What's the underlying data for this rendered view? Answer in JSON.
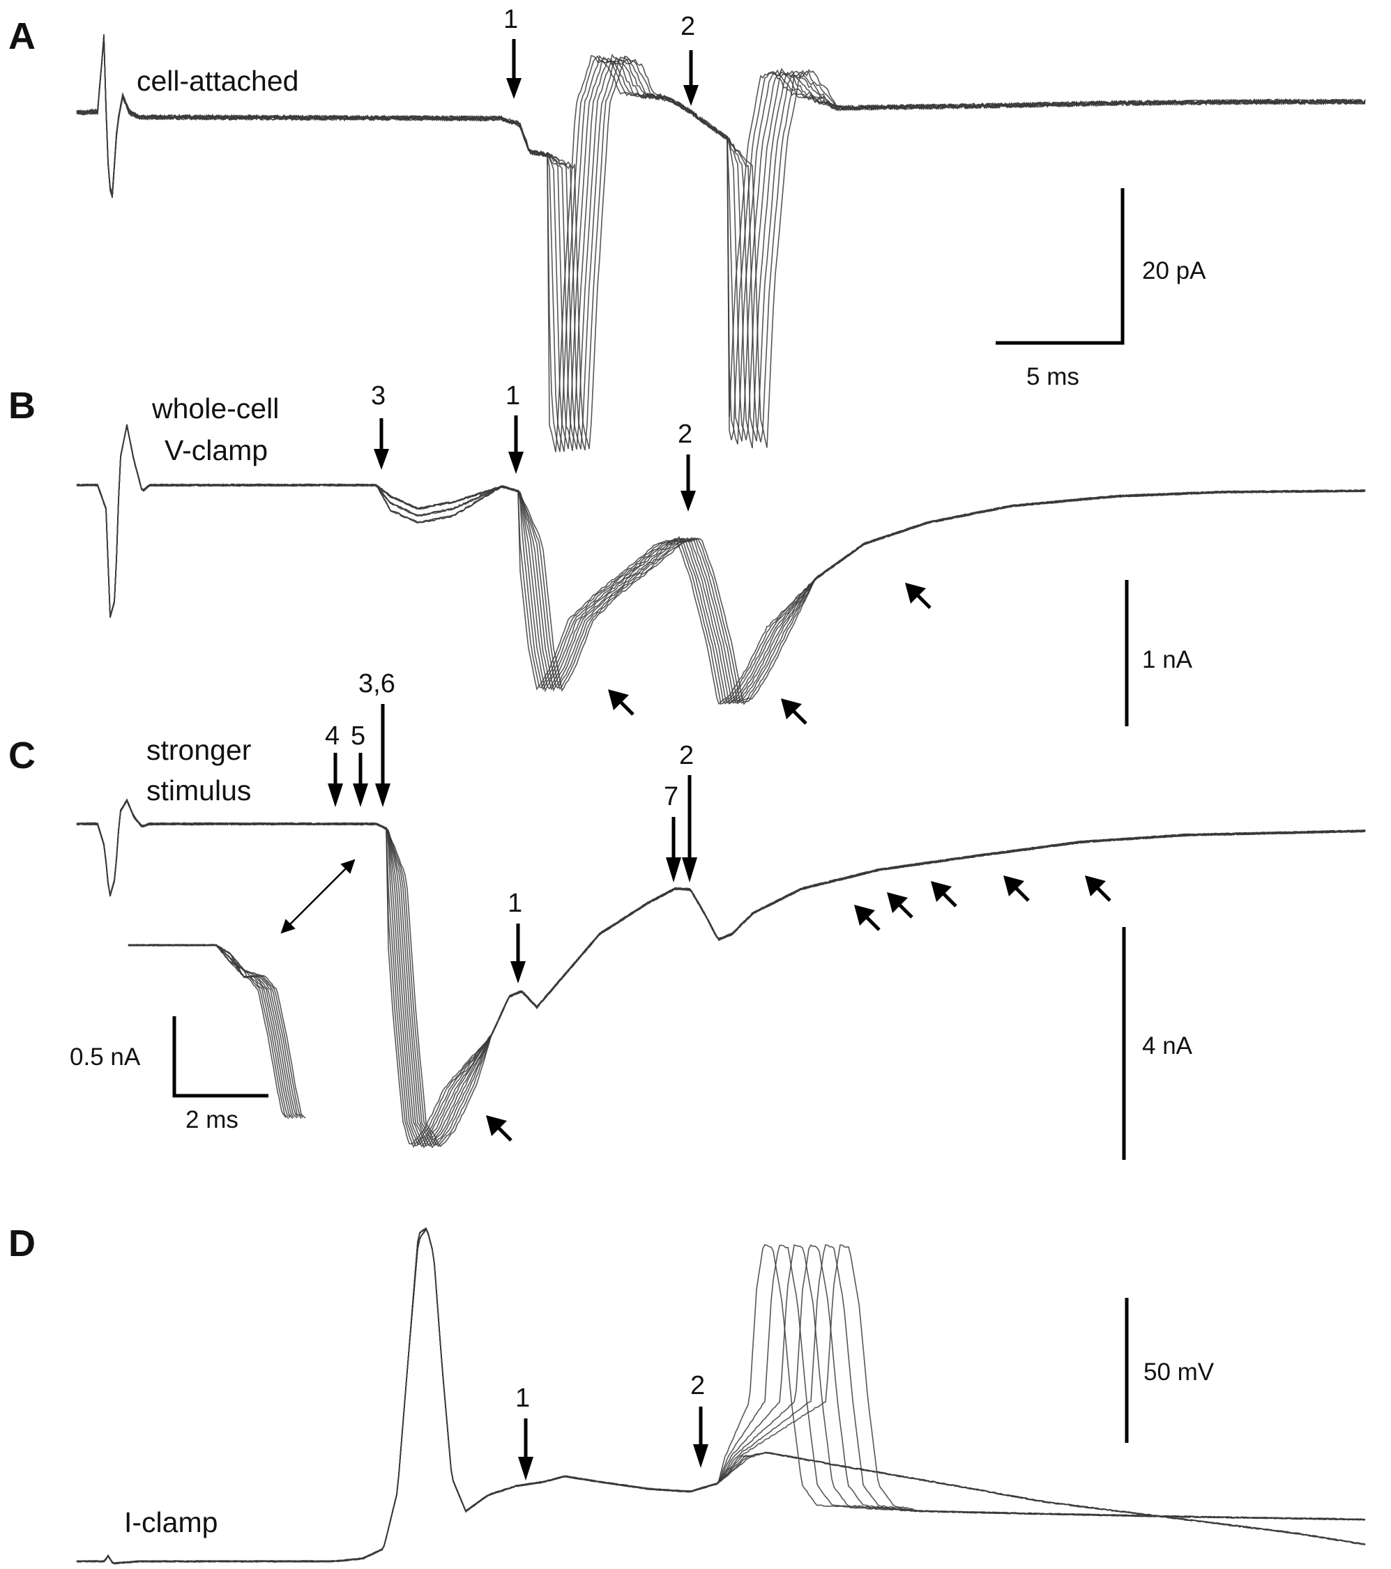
{
  "panels": [
    {
      "letter": "A",
      "label_lines": [
        "cell-attached"
      ]
    },
    {
      "letter": "B",
      "label_lines": [
        "whole-cell",
        "V-clamp"
      ]
    },
    {
      "letter": "C",
      "label_lines": [
        "stronger",
        "stimulus"
      ]
    },
    {
      "letter": "D",
      "label_lines": [
        "I-clamp"
      ]
    }
  ],
  "markers": {
    "A": [
      "1",
      "2"
    ],
    "B": [
      "3",
      "1",
      "2"
    ],
    "C": [
      "4",
      "5",
      "3,6",
      "7",
      "2",
      "1"
    ],
    "D": [
      "1",
      "2"
    ]
  },
  "scale_bars": {
    "A_vertical": "20 pA",
    "A_horizontal": "5 ms",
    "B_vertical": "1 nA",
    "C_vertical": "4 nA",
    "C_inset_vertical": "0.5 nA",
    "C_inset_horizontal": "2 ms",
    "D_vertical": "50 mV"
  }
}
